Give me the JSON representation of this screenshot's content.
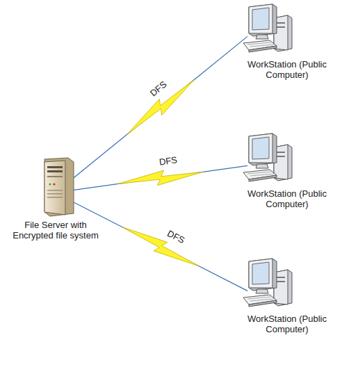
{
  "diagram": {
    "nodes": [
      {
        "text": [
          "File Server with Encrypted file system"
        ]
      },
      {
        "text": [
          "WorkStation (Public Computer)"
        ]
      },
      {
        "text": [
          "WorkStation (Public Computer)"
        ]
      },
      {
        "text": [
          "WorkStation (Public Computer)"
        ]
      }
    ],
    "edges": [
      {
        "from": 0,
        "to": 1,
        "label": "DFS",
        "arrow": "none"
      },
      {
        "from": 0,
        "to": 2,
        "label": "DFS",
        "arrow": "none"
      },
      {
        "from": 0,
        "to": 3,
        "label": "DFS",
        "arrow": "none"
      }
    ]
  }
}
